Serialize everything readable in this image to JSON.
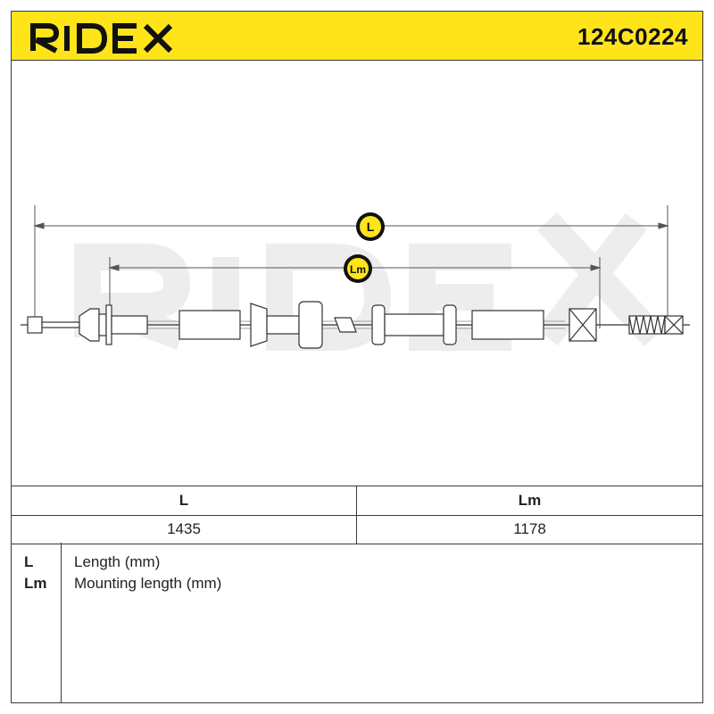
{
  "header": {
    "brand": "RIDEX",
    "part_number": "124C0224"
  },
  "drawing": {
    "dimension_L_label": "L",
    "dimension_Lm_label": "Lm",
    "watermark": "RIDEX"
  },
  "spec_table": {
    "columns": [
      "L",
      "Lm"
    ],
    "values": [
      "1435",
      "1178"
    ]
  },
  "legend": [
    {
      "abbr": "L",
      "description": "Length (mm)"
    },
    {
      "abbr": "Lm",
      "description": "Mounting length (mm)"
    }
  ],
  "colors": {
    "header_bg": "#ffe41a",
    "badge_bg": "#ffe41a",
    "line": "#3a3a3a",
    "watermark": "#eeeeee"
  }
}
